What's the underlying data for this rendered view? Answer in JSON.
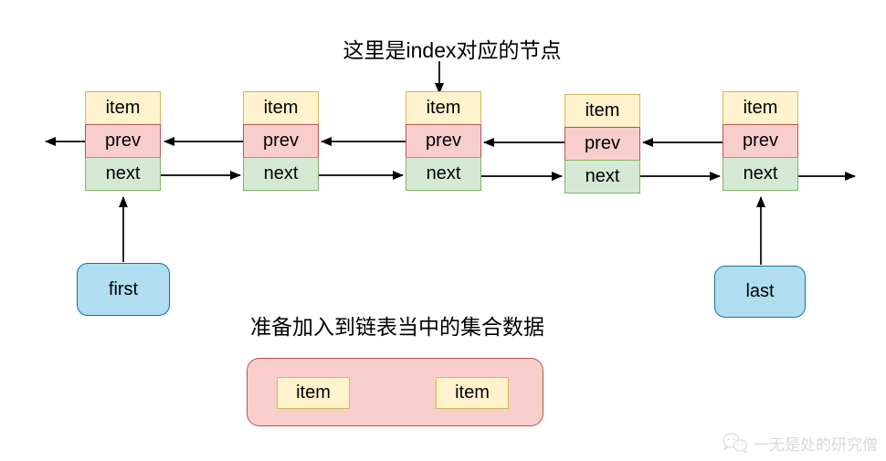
{
  "diagram": {
    "annotation": "这里是index对应的节点",
    "node_rows": [
      "item",
      "prev",
      "next"
    ],
    "node_count": 5,
    "pointers": {
      "first": "first",
      "last": "last"
    },
    "collection": {
      "label": "准备加入到链表当中的集合数据",
      "items": [
        "item",
        "item"
      ]
    },
    "watermark": {
      "text": "一无是处的研究僧",
      "icon": "wechat-icon"
    },
    "colors": {
      "item_fill": "#FFF2CC",
      "item_border": "#D6B656",
      "prev_fill": "#F8CECC",
      "prev_border": "#B85450",
      "next_fill": "#D5E8D4",
      "next_border": "#82B366",
      "pointer_fill": "#B1DDF0",
      "pointer_border": "#10739E",
      "collection_fill": "#F8CECC",
      "collection_border": "#B85450",
      "arrow": "#000000",
      "watermark_gray": "#D9D9D9"
    }
  }
}
